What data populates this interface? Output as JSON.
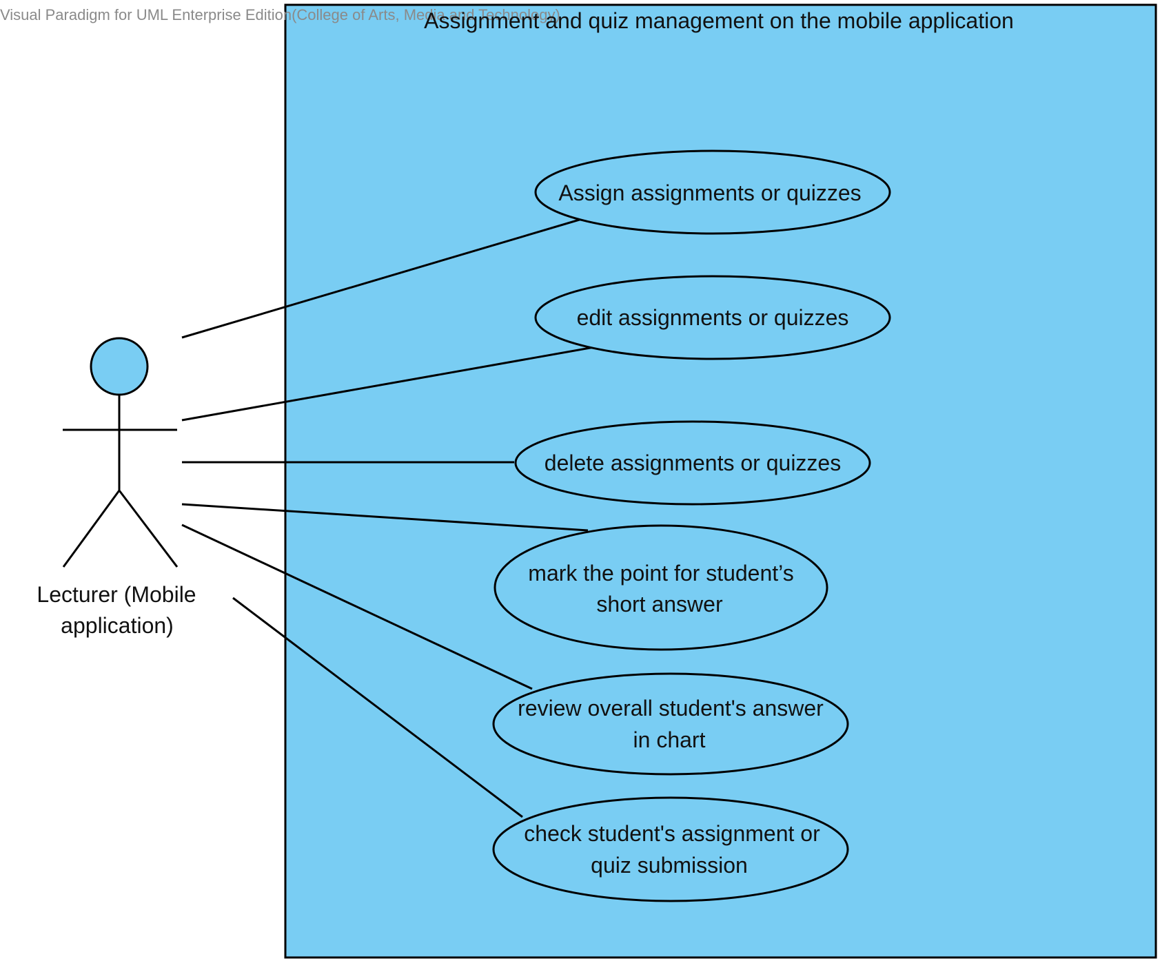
{
  "watermark": "Visual Paradigm for UML Enterprise Edition(College of Arts, Media and Technology)",
  "system": {
    "title": "Assignment and quiz management on the mobile application"
  },
  "actor": {
    "label_line1": "Lecturer (Mobile",
    "label_line2": "application)"
  },
  "use_cases": [
    {
      "id": "assign",
      "lines": [
        "Assign assignments or quizzes"
      ]
    },
    {
      "id": "edit",
      "lines": [
        "edit assignments or quizzes"
      ]
    },
    {
      "id": "delete",
      "lines": [
        "delete assignments or quizzes"
      ]
    },
    {
      "id": "mark",
      "lines": [
        "mark the point for student’s",
        "short answer"
      ]
    },
    {
      "id": "review",
      "lines": [
        "review overall student's answer",
        "in chart"
      ]
    },
    {
      "id": "check",
      "lines": [
        "check student's assignment or",
        "quiz submission"
      ]
    }
  ],
  "colors": {
    "system_fill": "#79CDF3",
    "usecase_fill": "#79CDF3",
    "actor_fill": "#79CDF3",
    "stroke": "#000000"
  }
}
